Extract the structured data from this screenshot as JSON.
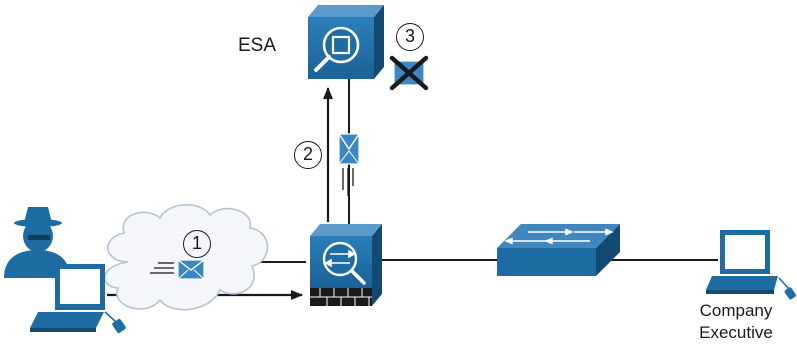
{
  "labels": {
    "esa": "ESA",
    "executive_line1": "Company",
    "executive_line2": "Executive"
  },
  "steps": {
    "step1": "1",
    "step2": "2",
    "step3": "3"
  },
  "colors": {
    "device_blue": "#1d6ca3",
    "device_dark": "#124a74",
    "device_light": "#5b9bc9",
    "envelope_blue": "#3b87c4",
    "cloud_fill": "#f4f6f9",
    "cloud_stroke": "#b7c3cf",
    "line": "#1a1a1a"
  },
  "icons": {
    "attacker": "attacker-icon",
    "attacker_laptop": "laptop-icon",
    "internet": "cloud-icon",
    "firewall": "firewall-icon",
    "esa": "email-security-appliance-icon",
    "switch": "switch-icon",
    "executive_laptop": "laptop-icon",
    "blocked": "blocked-email-icon"
  }
}
